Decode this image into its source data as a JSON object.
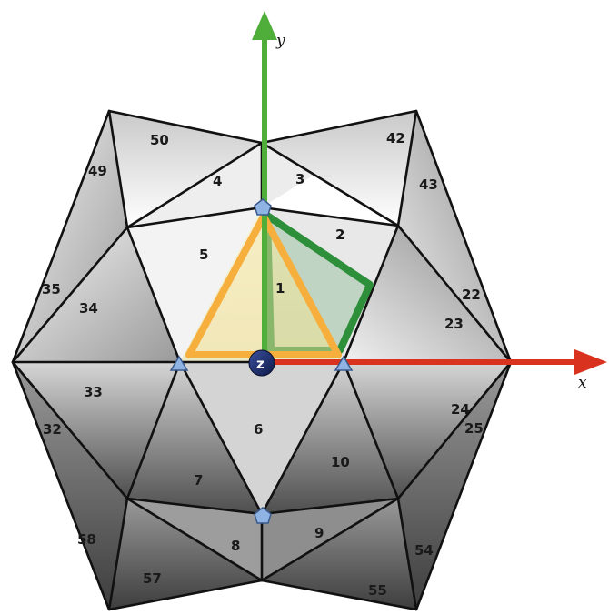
{
  "axes": {
    "x_label": "x",
    "y_label": "y",
    "z_label": "z"
  },
  "face_labels": {
    "f1": "1",
    "f2": "2",
    "f3": "3",
    "f4": "4",
    "f5": "5",
    "f6": "6",
    "f7": "7",
    "f8": "8",
    "f9": "9",
    "f10": "10",
    "f22": "22",
    "f23": "23",
    "f24": "24",
    "f25": "25",
    "f32": "32",
    "f33": "33",
    "f34": "34",
    "f35": "35",
    "f42": "42",
    "f43": "43",
    "f49": "49",
    "f50": "50",
    "f54": "54",
    "f55": "55",
    "f57": "57",
    "f58": "58"
  },
  "colors": {
    "x_axis": "#d9331f",
    "y_axis": "#4fae3a",
    "orange_triangle": "#f6ae3c",
    "green_region": "#2e8f3a",
    "vertex_marker": "#8fb4e3",
    "z_marker": "#1c2d6b"
  }
}
